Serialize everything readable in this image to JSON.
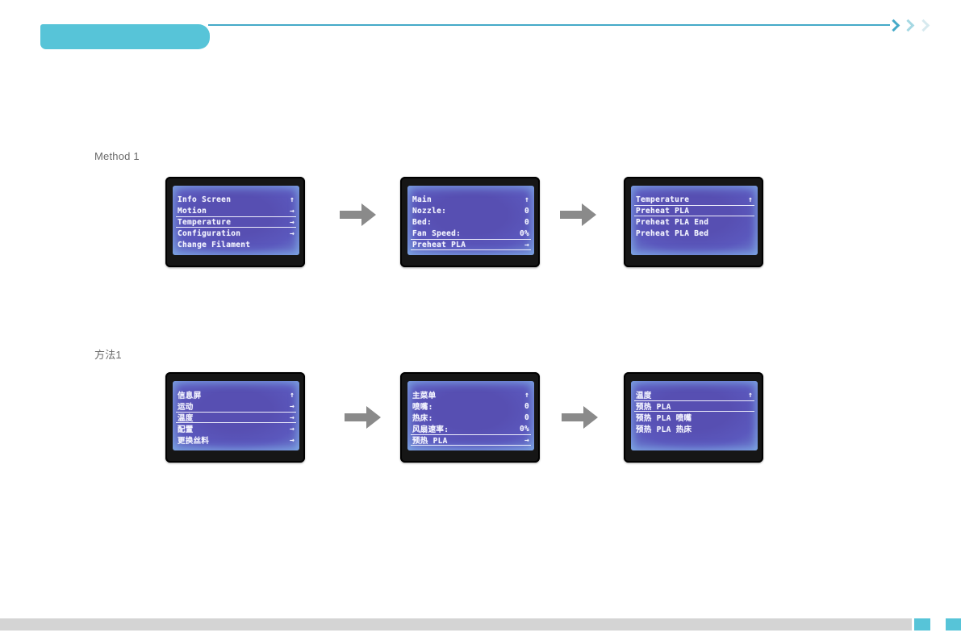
{
  "colors": {
    "accent_teal": "#57c4d8",
    "line_teal": "#45aac8",
    "chevron_2": "#a5d8e3",
    "chevron_3": "#d7eaef",
    "arrow_gray": "#8a8a8a",
    "footer_gray": "#d4d4d4",
    "lcd_background": "#5b58bd",
    "lcd_edge_glow": "#8ab4e6",
    "lcd_text": "#f2f3ff"
  },
  "icons": {
    "up_arrow_glyph": "↑",
    "submenu_arrow_glyph": "→"
  },
  "sections": [
    {
      "label": "Method 1",
      "screens": [
        {
          "rows": [
            {
              "label": "Info Screen",
              "value": "↑",
              "vname": "up-arrow-icon"
            },
            {
              "label": "Motion",
              "value": "→",
              "vname": "submenu-arrow-icon"
            },
            {
              "label": "Temperature",
              "value": "→",
              "vname": "submenu-arrow-icon",
              "selected": true
            },
            {
              "label": "Configuration",
              "value": "→",
              "vname": "submenu-arrow-icon"
            },
            {
              "label": "Change Filament",
              "value": ""
            }
          ]
        },
        {
          "rows": [
            {
              "label": "Main",
              "value": "↑",
              "vname": "up-arrow-icon"
            },
            {
              "label": "Nozzle:",
              "value": "0"
            },
            {
              "label": "Bed:",
              "value": "0"
            },
            {
              "label": "Fan Speed:",
              "value": "0%"
            },
            {
              "label": "Preheat PLA",
              "value": "→",
              "vname": "submenu-arrow-icon",
              "selected": true
            }
          ]
        },
        {
          "rows": [
            {
              "label": "Temperature",
              "value": "↑",
              "vname": "up-arrow-icon"
            },
            {
              "label": "Preheat PLA",
              "value": "",
              "selected": true
            },
            {
              "label": "Preheat PLA End",
              "value": ""
            },
            {
              "label": "Preheat PLA Bed",
              "value": ""
            }
          ]
        }
      ]
    },
    {
      "label": "方法1",
      "screens": [
        {
          "rows": [
            {
              "label": "信息屏",
              "value": "↑",
              "vname": "up-arrow-icon"
            },
            {
              "label": "运动",
              "value": "→",
              "vname": "submenu-arrow-icon"
            },
            {
              "label": "温度",
              "value": "→",
              "vname": "submenu-arrow-icon",
              "selected": true
            },
            {
              "label": "配置",
              "value": "→",
              "vname": "submenu-arrow-icon"
            },
            {
              "label": "更换丝料",
              "value": "→",
              "vname": "submenu-arrow-icon"
            }
          ]
        },
        {
          "rows": [
            {
              "label": "主菜单",
              "value": "↑",
              "vname": "up-arrow-icon"
            },
            {
              "label": "喷嘴:",
              "value": "0"
            },
            {
              "label": "热床:",
              "value": "0"
            },
            {
              "label": "风扇速率:",
              "value": "0%"
            },
            {
              "label": "预热 PLA",
              "value": "→",
              "vname": "submenu-arrow-icon",
              "selected": true
            }
          ]
        },
        {
          "rows": [
            {
              "label": "温度",
              "value": "↑",
              "vname": "up-arrow-icon"
            },
            {
              "label": "预热 PLA",
              "value": "",
              "selected": true
            },
            {
              "label": "预热 PLA 喷嘴",
              "value": ""
            },
            {
              "label": "预热 PLA 热床",
              "value": ""
            }
          ]
        }
      ]
    }
  ]
}
